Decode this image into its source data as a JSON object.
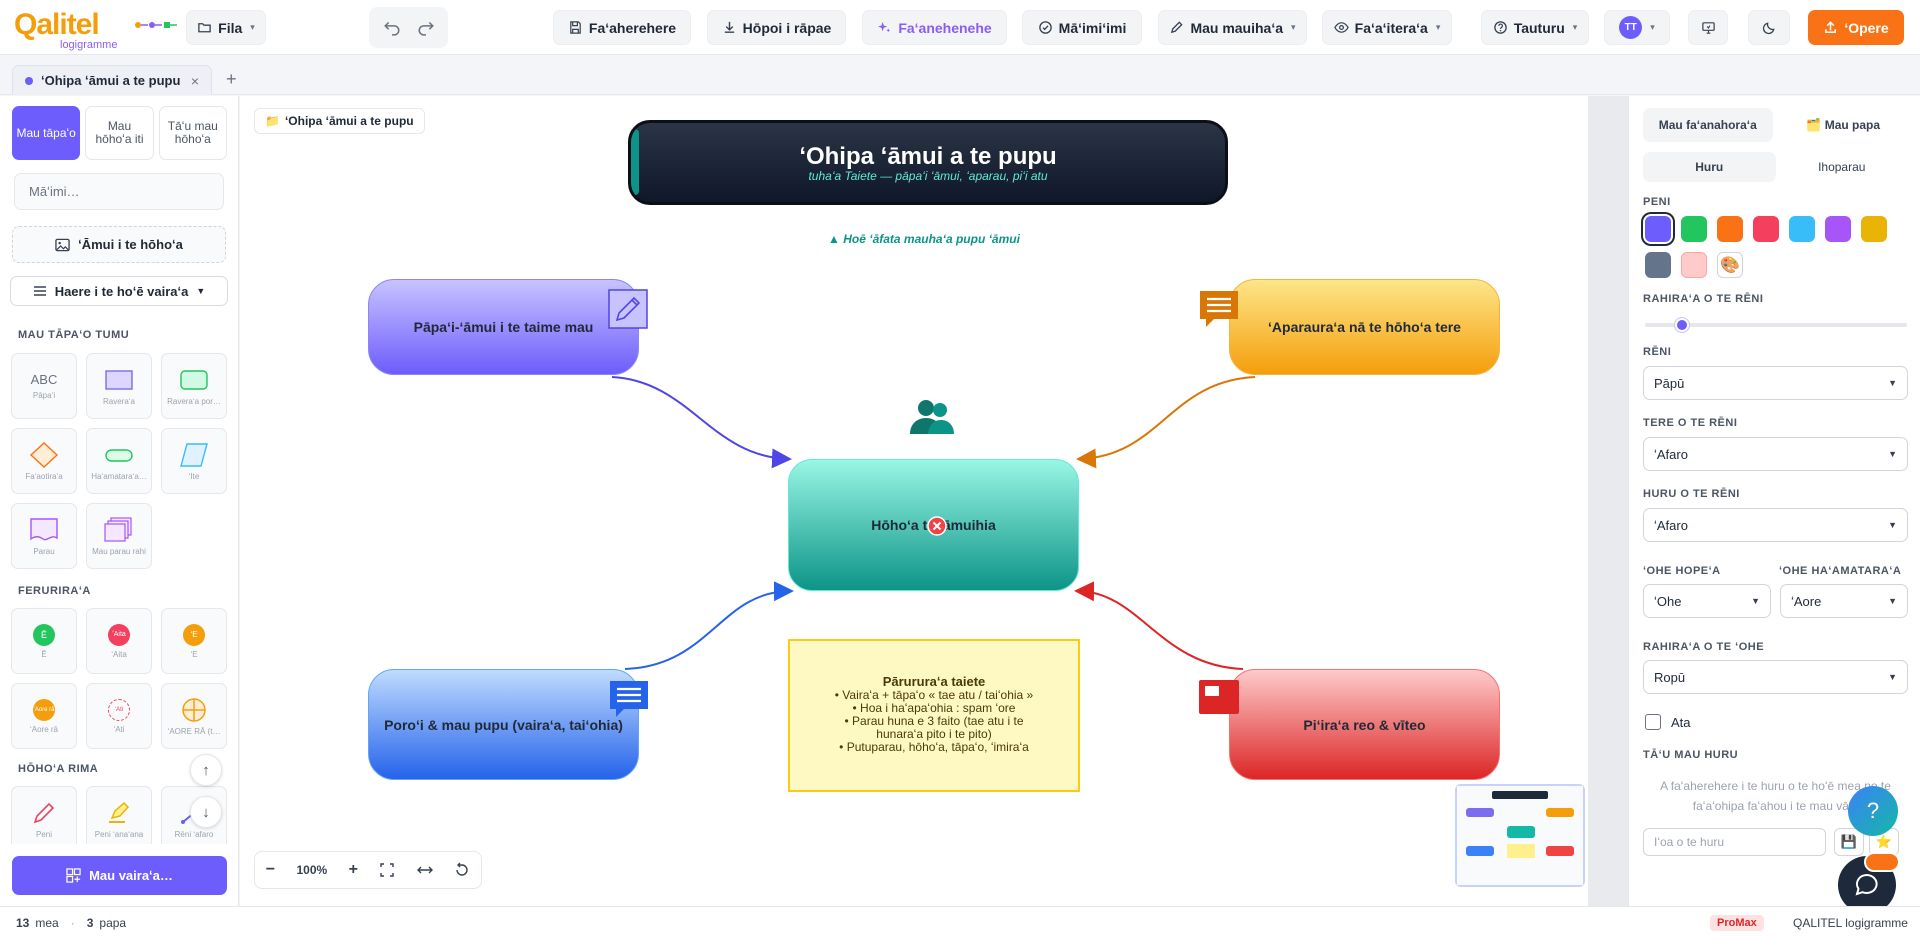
{
  "brand": {
    "logo_word": "Qalitel",
    "logo_sub": "logigramme"
  },
  "toolbar": {
    "file": "Fila",
    "save": "Faʻaherehere",
    "download": "Hōpoi i rāpae",
    "ai": "Faʻanehenehe",
    "check": "Māʻimiʻimi",
    "edit_tools": "Mau mauihaʻa",
    "view": "Faʻaʻiteraʻa",
    "help": "Tauturu",
    "user_initials": "TT",
    "share": "ʻOpere"
  },
  "tabs": {
    "active": "ʻOhipa ʻāmui a te pupu",
    "close": "×",
    "add": "+"
  },
  "left": {
    "modes": [
      "Mau tāpaʻo",
      "Mau hōhoʻa iti",
      "Tāʻu mau hōhoʻa"
    ],
    "search_placeholder": "Māʻimi…",
    "import_image": "ʻĀmui i te hōhoʻa",
    "nav_select": "Haere i te hoʻē vairaʻa",
    "section_shapes": "MAU TĀPAʻO TUMU",
    "shapes": [
      "Pāpaʻi",
      "Raveraʻa",
      "Raveraʻa por…",
      "Faʻaotiraʻa",
      "Haʻamataraʻa…",
      "ʻIte",
      "Parau",
      "Mau parau rahi"
    ],
    "section_markers": "FERURIRAʻA",
    "markers": [
      {
        "label": "Ē",
        "glyph": "Ē"
      },
      {
        "label": "ʻAita",
        "glyph": "ʻAita"
      },
      {
        "label": "ʻE",
        "glyph": "ʻE"
      },
      {
        "label": "ʻAore rā",
        "glyph": "ʻAore rā"
      },
      {
        "label": "ʻAti",
        "glyph": "ʻAti"
      },
      {
        "label": "ʻAORE RĀ (t…",
        "glyph": ""
      }
    ],
    "section_draw": "HŌHOʻA RIMA",
    "draw_tools": [
      "Peni",
      "Peni ʻanaʻana",
      "Rēni ʻafaro"
    ],
    "templates": "Mau vairaʻa…",
    "scroll_up": "↑",
    "scroll_down": "↓"
  },
  "canvas": {
    "breadcrumb": "ʻOhipa ʻāmui a te pupu",
    "title": "ʻOhipa ʻāmui a te pupu",
    "subtitle": "tuhaʻa Taiete — pāpaʻi ʻāmui, ʻaparau, piʻi atu",
    "hint": "▲ Hoē ʻāfata mauhaʻa pupu ʻāmui",
    "nodes": {
      "top_left": "Pāpaʻi-ʻāmui i te taime mau",
      "top_right": "ʻAparauraʻa nā te hōhoʻa tere",
      "center": "Hōhoʻa te ʻāmuihia",
      "bottom_left": "Poroʻi & mau pupu (vairaʻa, taiʻohia)",
      "bottom_right": "Piʻiraʻa reo & vīteo"
    },
    "note": {
      "title": "Pārururaʻa taiete",
      "lines": [
        "• Vairaʻa + tāpaʻo « tae atu / taiʻohia »",
        "• Hoa i haʻapaʻohia : spam ʻore",
        "• Parau huna e 3 faito (tae atu i te",
        "hunaraʻa pito i te pito)",
        "• Putuparau, hōhoʻa, tāpaʻo, ʻimiraʻa"
      ]
    },
    "zoom": "100%"
  },
  "right": {
    "tabs": [
      "Mau faʻanahoraʻa",
      "Mau papa"
    ],
    "subtabs": [
      "Huru",
      "Ihoparau"
    ],
    "pen_label": "PENI",
    "colors": [
      "#6d5dfc",
      "#22c55e",
      "#f97316",
      "#f43f5e",
      "#38bdf8",
      "#a855f7",
      "#eab308",
      "#64748b",
      "#fecaca"
    ],
    "line_width_label": "RAHIRAʻA O TE RĒNI",
    "line_width_value": 0.14,
    "line_label": "RĒNI",
    "line_value": "Pāpū",
    "line_type_label": "TERE O TE RĒNI",
    "line_type_value": "ʻAfaro",
    "line_shape_label": "HURU O TE RĒNI",
    "line_shape_value": "ʻAfaro",
    "end_label": "ʻOHE HOPEʻA",
    "end_value": "ʻOhe",
    "start_label": "ʻOHE HAʻAMATARAʻA",
    "start_value": "ʻAore",
    "arrow_size_label": "RAHIRAʻA O TE ʻOHE",
    "arrow_size_value": "Ropū",
    "dashed_label": "Ata",
    "styles_label": "TĀʻU MAU HURU",
    "styles_empty": "A faʻaherehere i te huru o te hoʻē mea no te faʻaʻohipa faʻahou i te mau vāhi",
    "style_name_placeholder": "Iʻoa o te huru",
    "help": "?"
  },
  "status": {
    "count_items": "13",
    "items_label": "mea",
    "sep": "·",
    "count_layers": "3",
    "layers_label": "papa",
    "plan": "ProMax",
    "brand": "QALITEL logigramme"
  }
}
